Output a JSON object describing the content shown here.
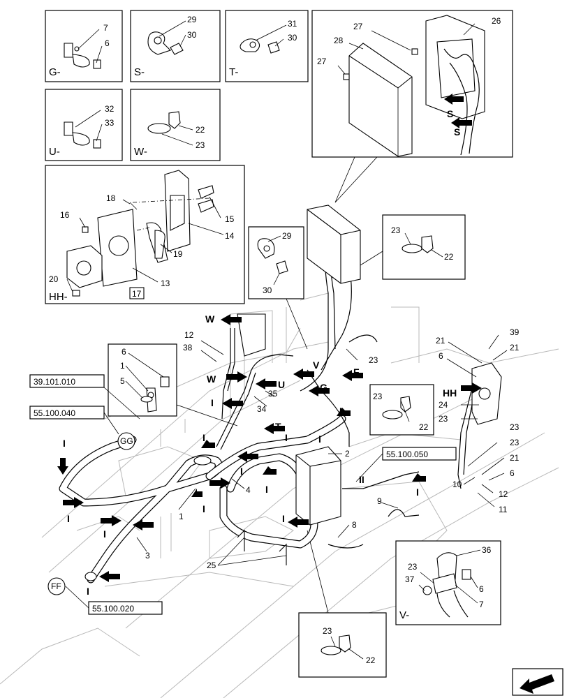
{
  "views": {
    "G": {
      "label": "G-",
      "items": [
        "7",
        "6"
      ]
    },
    "S": {
      "label": "S-",
      "items": [
        "29",
        "30"
      ]
    },
    "T": {
      "label": "T-",
      "items": [
        "31",
        "30"
      ]
    },
    "U": {
      "label": "U-",
      "items": [
        "32",
        "33"
      ]
    },
    "W": {
      "label": "W-",
      "items": [
        "22",
        "23"
      ]
    },
    "HH": {
      "label": "HH-",
      "items": [
        "18",
        "16",
        "15",
        "14",
        "19",
        "13",
        "20"
      ],
      "boxed": "17"
    },
    "detail_top": {
      "items": [
        "27",
        "26",
        "28",
        "27"
      ],
      "arrows": [
        "S",
        "S"
      ]
    },
    "detail_mid": {
      "items": [
        "29",
        "30"
      ]
    },
    "detail_clip_right": {
      "items": [
        "23",
        "22"
      ]
    },
    "detail_lug": {
      "items": [
        "6",
        "1",
        "5"
      ]
    },
    "detail_clip_mid": {
      "items": [
        "23",
        "22"
      ]
    },
    "detail_clip_bottom": {
      "items": [
        "23",
        "22"
      ]
    },
    "V": {
      "label": "V-",
      "items": [
        "36",
        "23",
        "37",
        "6",
        "7"
      ]
    }
  },
  "references": {
    "ref1": "39.101.010",
    "ref2": "55.100.040",
    "ref3": "55.100.050",
    "ref4": "55.100.020"
  },
  "circle_labels": {
    "gg": "GG",
    "ff": "FF"
  },
  "callouts": {
    "n12a": "12",
    "n38": "38",
    "n4": "4",
    "n1": "1",
    "n3": "3",
    "n2": "2",
    "n35": "35",
    "n34": "34",
    "n23a": "23",
    "n25": "25",
    "n8": "8",
    "n9": "9",
    "n39": "39",
    "n21a": "21",
    "n21b": "21",
    "n6": "6",
    "n24": "24",
    "n23b": "23",
    "n23c": "23",
    "n23d": "23",
    "n21c": "21",
    "n6b": "6",
    "n10": "10",
    "n12b": "12",
    "n11": "11",
    "hh": "HH"
  },
  "arrow_letters": {
    "W1": "W",
    "W2": "W",
    "U": "U",
    "V": "V",
    "F": "F",
    "G": "G",
    "T": "T",
    "I": "I",
    "II": "II"
  },
  "colors": {
    "line": "#000000",
    "background_lines": "#b8b8b8"
  }
}
